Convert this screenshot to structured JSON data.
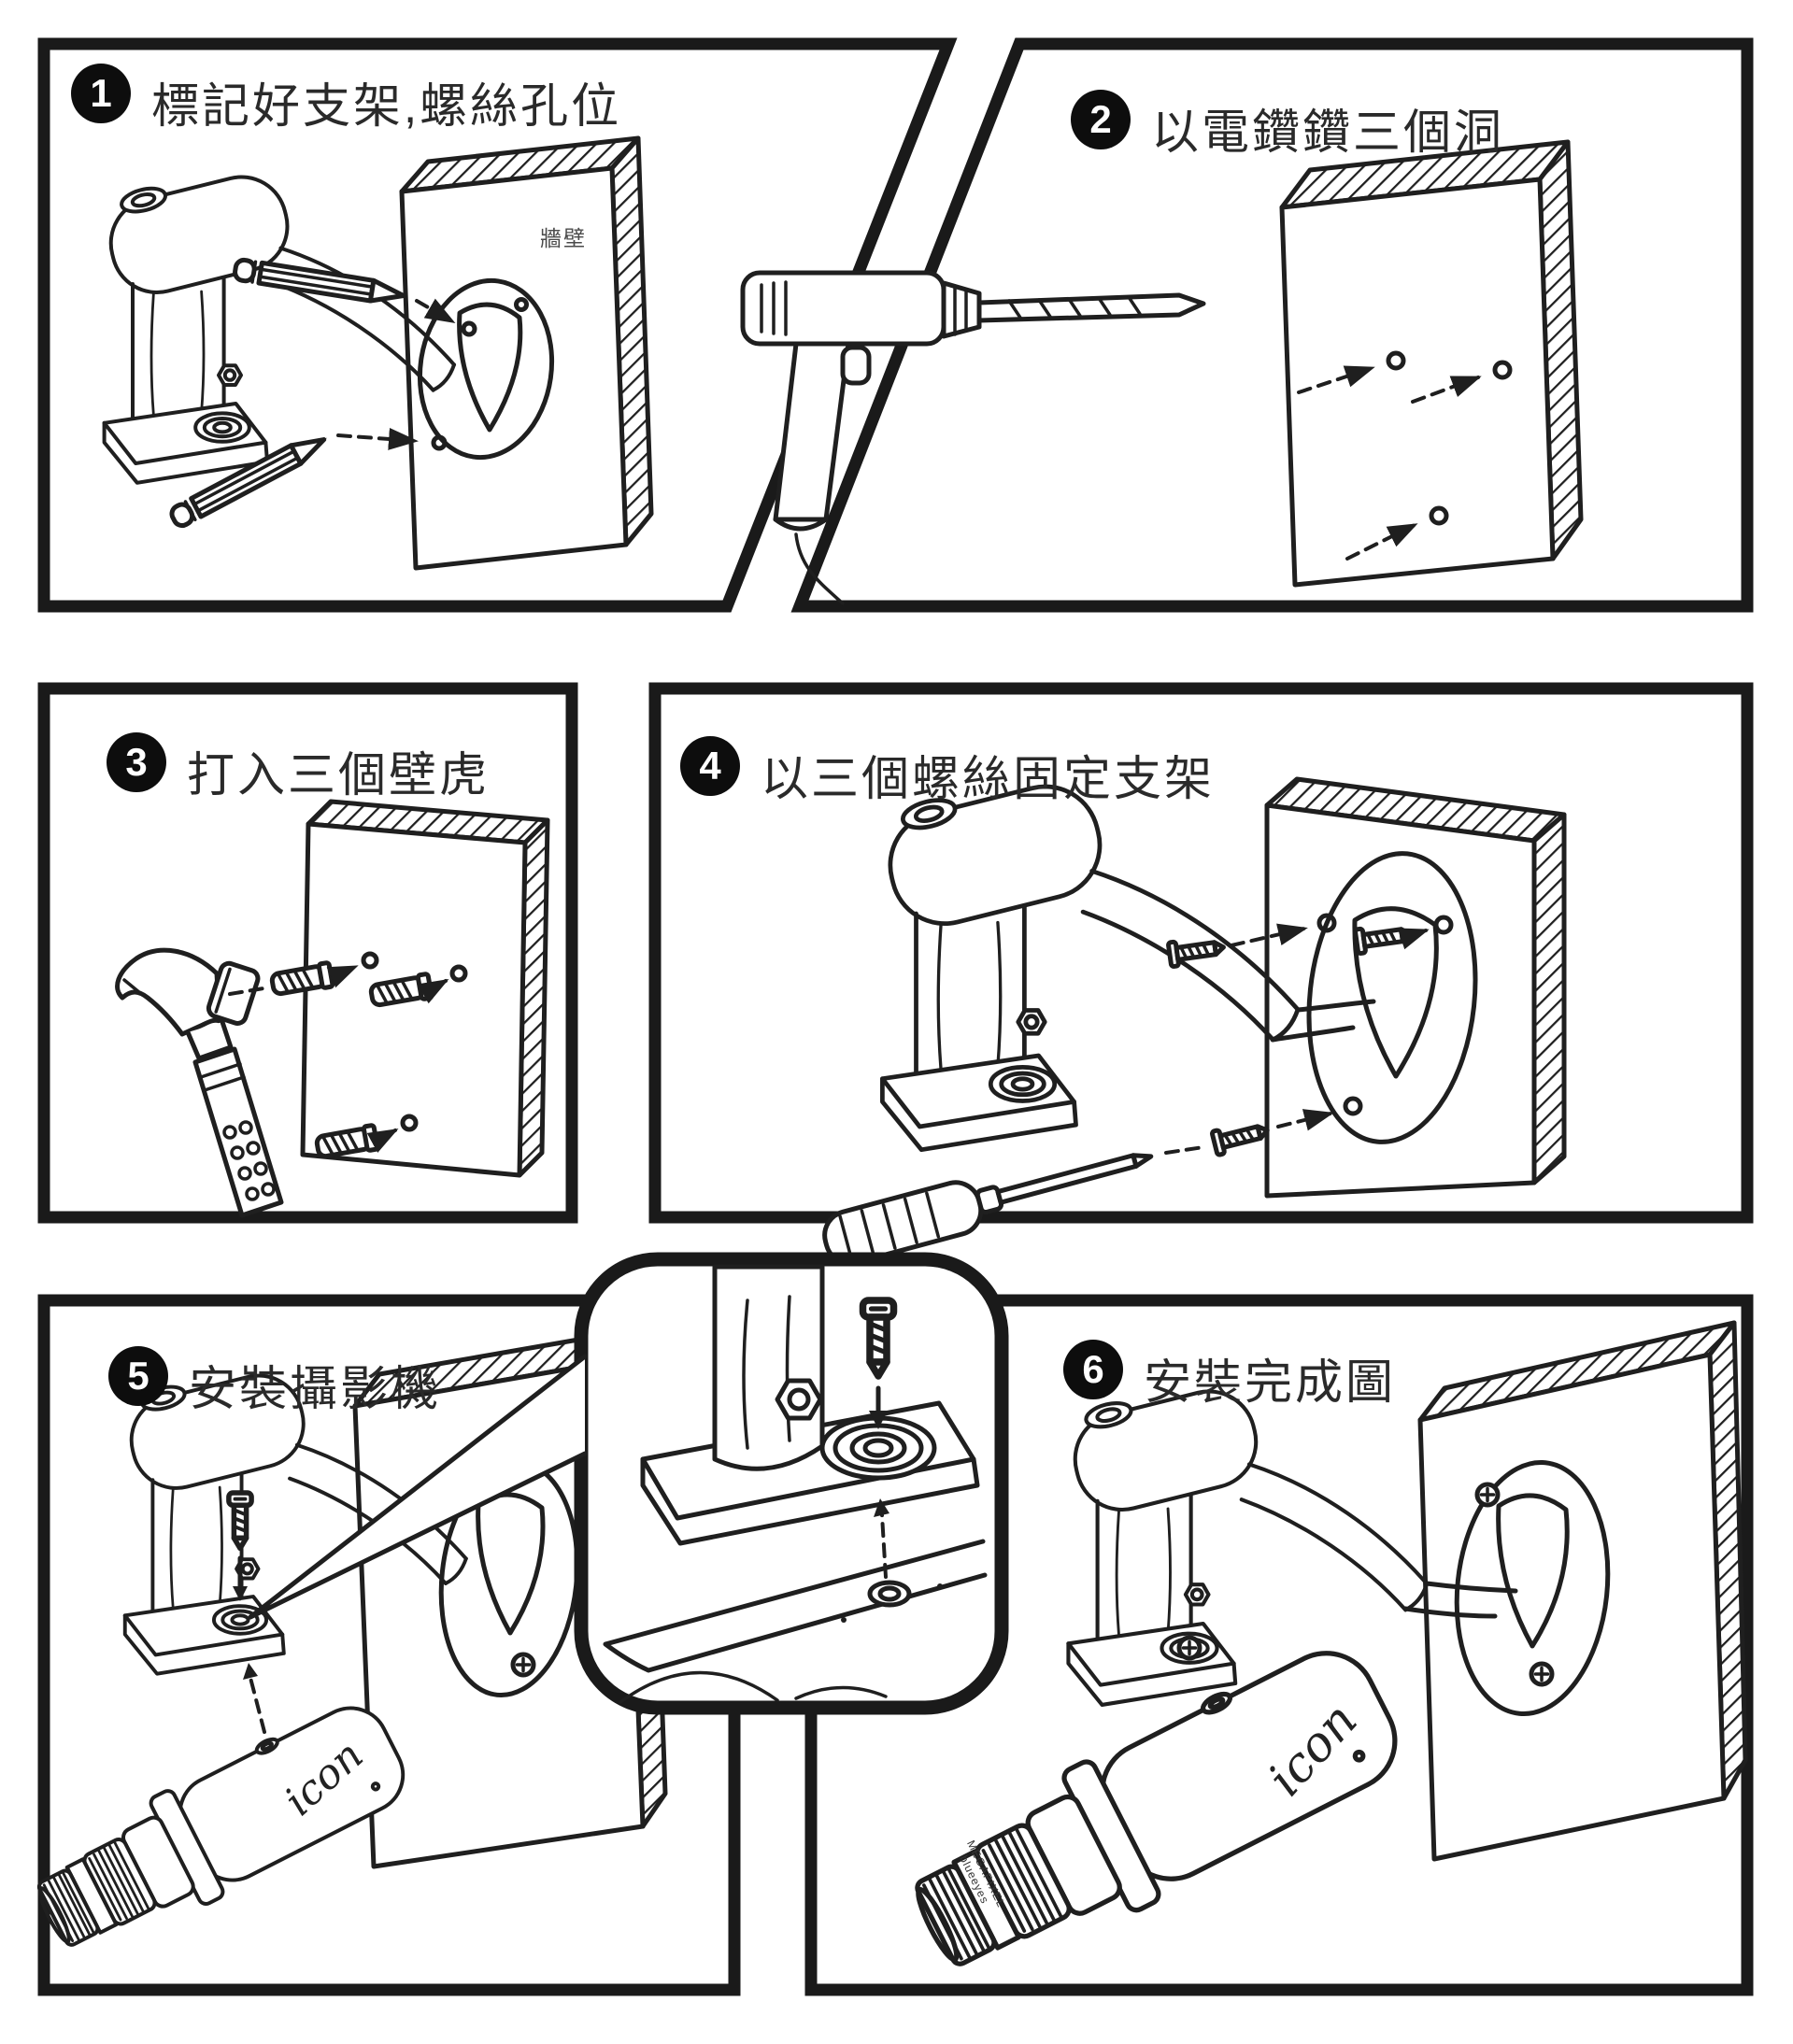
{
  "page": {
    "background": "#ffffff",
    "ink_color": "#1f1f1f",
    "badge_bg": "#0d0d0d",
    "badge_text_color": "#ffffff"
  },
  "steps": [
    {
      "number": "1",
      "title": "標記好支架,螺絲孔位"
    },
    {
      "number": "2",
      "title": "以電鑽鑽三個洞"
    },
    {
      "number": "3",
      "title": "打入三個壁虎"
    },
    {
      "number": "4",
      "title": "以三個螺絲固定支架"
    },
    {
      "number": "5",
      "title": "安裝攝影機"
    },
    {
      "number": "6",
      "title": "安裝完成圖"
    }
  ],
  "labels": {
    "wall": "牆壁",
    "brand": "icon",
    "lens_line1": "MEGAPIXEL",
    "lens_line2": "blueeyes"
  }
}
